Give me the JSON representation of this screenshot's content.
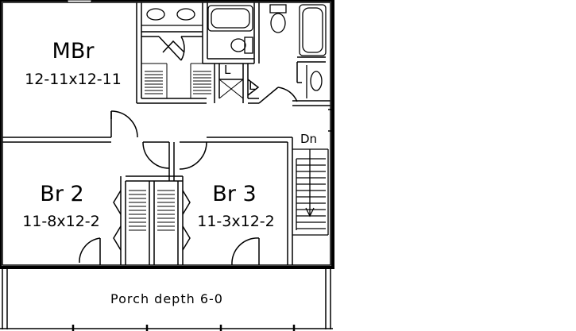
{
  "rooms": {
    "master": {
      "name": "MBr",
      "size": "12-11x12-11"
    },
    "bedroom2": {
      "name": "Br 2",
      "size": "11-8x12-2"
    },
    "bedroom3": {
      "name": "Br 3",
      "size": "11-3x12-2"
    }
  },
  "linen_closet_1": "L",
  "linen_closet_2": "L",
  "stairs_label": "Dn",
  "porch_label": "Porch depth 6-0"
}
